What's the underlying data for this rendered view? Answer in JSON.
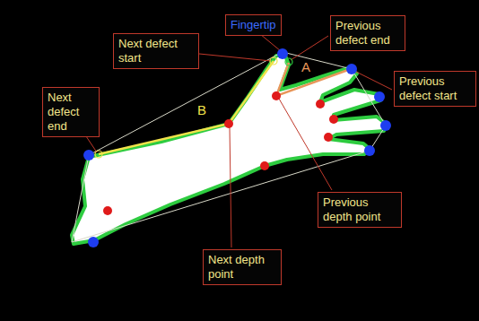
{
  "diagram": {
    "nodes": [
      {
        "text": [
          "Fingertip"
        ]
      },
      {
        "text": [
          "Next defect start"
        ]
      },
      {
        "text": [
          "Previous defect end"
        ]
      },
      {
        "text": [
          "Previous defect start"
        ]
      },
      {
        "text": [
          "Next defect end"
        ]
      },
      {
        "text": [
          "Previous depth point"
        ]
      },
      {
        "text": [
          "Next depth point"
        ]
      }
    ],
    "labels": [
      "A",
      "B"
    ]
  }
}
